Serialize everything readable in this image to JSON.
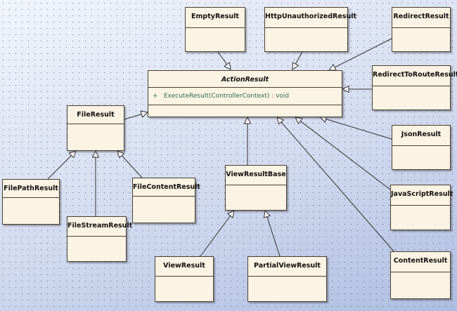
{
  "diagram": {
    "classes": {
      "empty_result": "EmptyResult",
      "http_unauthorized_result": "HttpUnauthorizedResult",
      "redirect_result": "RedirectResult",
      "action_result": "ActionResult",
      "redirect_to_route_result": "RedirectToRouteResult",
      "file_result": "FileResult",
      "json_result": "JsonResult",
      "view_result_base": "ViewResultBase",
      "file_path_result": "FilePathResult",
      "file_content_result": "FileContentResult",
      "javascript_result": "JavaScriptResult",
      "file_stream_result": "FileStreamResult",
      "view_result": "ViewResult",
      "partial_view_result": "PartialViewResult",
      "content_result": "ContentResult"
    },
    "action_result_operation": {
      "visibility": "+",
      "signature": "ExecuteResult(ControllerContext) : void"
    },
    "colors": {
      "class_fill": "#fbf3e3",
      "class_border": "#4a4034",
      "edge": "#2f2f2f",
      "operation_text": "#2c6e52"
    },
    "relationships": [
      [
        "empty_result",
        "action_result"
      ],
      [
        "http_unauthorized_result",
        "action_result"
      ],
      [
        "redirect_result",
        "action_result"
      ],
      [
        "redirect_to_route_result",
        "action_result"
      ],
      [
        "file_result",
        "action_result"
      ],
      [
        "json_result",
        "action_result"
      ],
      [
        "javascript_result",
        "action_result"
      ],
      [
        "content_result",
        "action_result"
      ],
      [
        "view_result_base",
        "action_result"
      ],
      [
        "file_path_result",
        "file_result"
      ],
      [
        "file_stream_result",
        "file_result"
      ],
      [
        "file_content_result",
        "file_result"
      ],
      [
        "view_result",
        "view_result_base"
      ],
      [
        "partial_view_result",
        "view_result_base"
      ]
    ]
  }
}
